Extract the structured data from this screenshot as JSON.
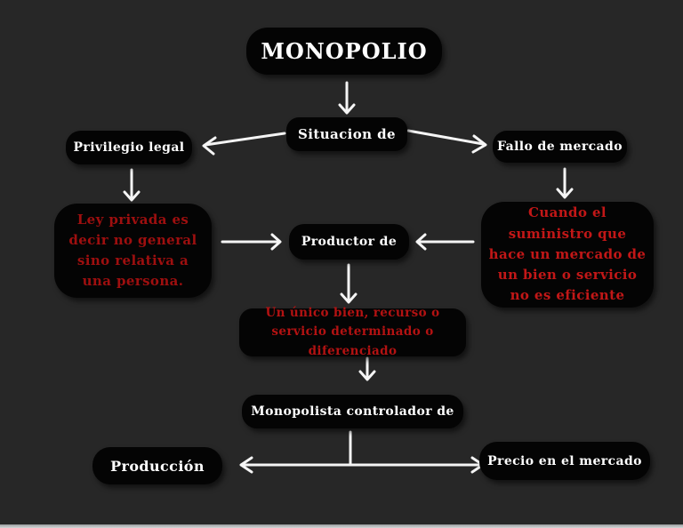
{
  "diagram": {
    "background_color": "#272727",
    "node_fill_color": "#040404",
    "arrow_color": "#f5f5f5",
    "nodes": {
      "monopolio": {
        "label": "MONOPOLIO",
        "color": "#ffffff"
      },
      "situacion": {
        "label": "Situacion de",
        "color": "#ffffff"
      },
      "privilegio": {
        "label": "Privilegio legal",
        "color": "#ffffff"
      },
      "fallo": {
        "label": "Fallo de mercado",
        "color": "#ffffff"
      },
      "ley": {
        "label": "Ley privada es decir  no general sino relativa a una persona.",
        "color": "#9e0f0f"
      },
      "productor": {
        "label": "Productor de",
        "color": "#ffffff"
      },
      "cuando": {
        "label": "Cuando el suministro  que hace un mercado de un bien o servicio no es eficiente",
        "color": "#c21717"
      },
      "unico": {
        "label": "Un único bien, recurso o servicio determinado o diferenciado",
        "color": "#b31212"
      },
      "monopolista": {
        "label": "Monopolista controlador de",
        "color": "#ffffff"
      },
      "produccion": {
        "label": "Producción",
        "color": "#ffffff"
      },
      "precio": {
        "label": "Precio en el mercado",
        "color": "#ffffff"
      }
    },
    "edges": [
      {
        "from": "monopolio",
        "to": "situacion"
      },
      {
        "from": "situacion",
        "to": "privilegio"
      },
      {
        "from": "situacion",
        "to": "fallo"
      },
      {
        "from": "privilegio",
        "to": "ley"
      },
      {
        "from": "fallo",
        "to": "cuando"
      },
      {
        "from": "ley",
        "to": "productor"
      },
      {
        "from": "cuando",
        "to": "productor"
      },
      {
        "from": "productor",
        "to": "unico"
      },
      {
        "from": "unico",
        "to": "monopolista"
      },
      {
        "from": "monopolista",
        "to": "produccion"
      },
      {
        "from": "monopolista",
        "to": "precio"
      }
    ]
  }
}
